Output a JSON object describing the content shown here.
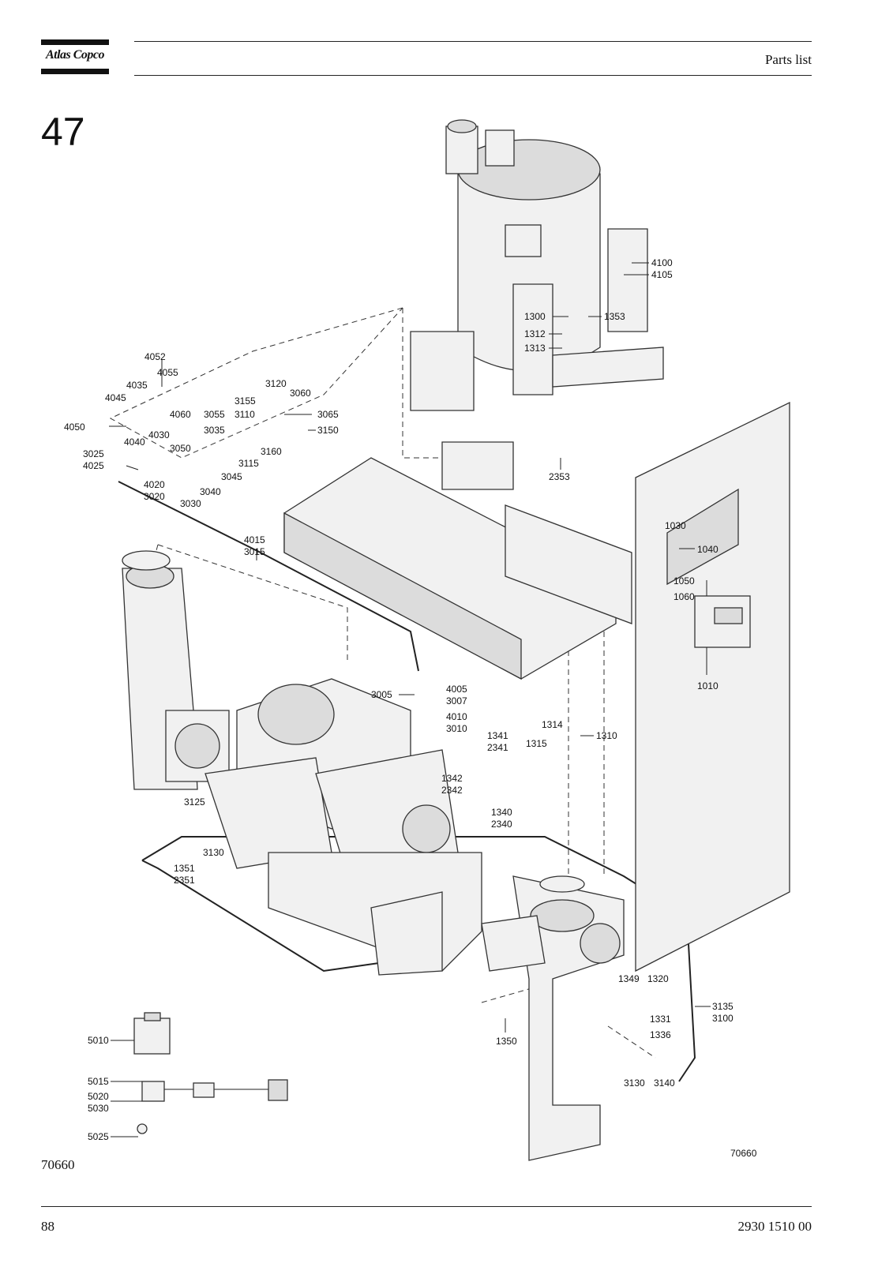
{
  "header": {
    "brand": "Atlas Copco",
    "title": "Parts list"
  },
  "section": {
    "number": "47"
  },
  "figure": {
    "id_left": "70660",
    "id_right": "70660"
  },
  "footer": {
    "page": "88",
    "doc_number": "2930 1510 00"
  },
  "labels": [
    "4100",
    "4105",
    "1300",
    "1353",
    "1312",
    "1313",
    "2353",
    "4052",
    "4055",
    "4035",
    "4060",
    "4045",
    "4030",
    "4050",
    "4040",
    "3120",
    "3060",
    "3155",
    "3110",
    "3065",
    "3055",
    "3035",
    "3150",
    "3160",
    "3115",
    "3045",
    "3050",
    "3025",
    "4025",
    "4020",
    "3020",
    "3040",
    "3030",
    "4015",
    "3015",
    "1030",
    "1040",
    "1050",
    "1060",
    "1010",
    "3005",
    "4005",
    "3007",
    "4010",
    "3010",
    "1314",
    "1310",
    "1341",
    "2341",
    "1315",
    "1342",
    "2342",
    "1340",
    "2340",
    "3125",
    "3130",
    "1351",
    "2351",
    "1349",
    "1320",
    "1331",
    "1336",
    "3135",
    "3100",
    "1350",
    "5010",
    "5015",
    "5020",
    "5030",
    "5025",
    "3130",
    "3140"
  ]
}
